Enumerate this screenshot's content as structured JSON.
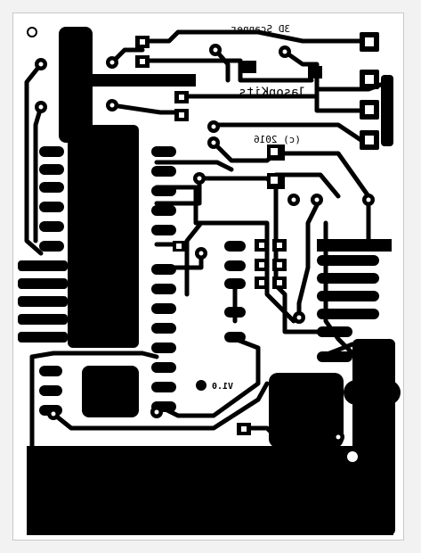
{
  "board": {
    "title_text": "3D Scanner",
    "brand_text": "JasonKits",
    "copyright_text": "(c) 2016",
    "version_text": "V1.0",
    "mirrored": true,
    "colors": {
      "copper": "#000000",
      "substrate": "#ffffff",
      "background": "#f2f2f2"
    }
  }
}
